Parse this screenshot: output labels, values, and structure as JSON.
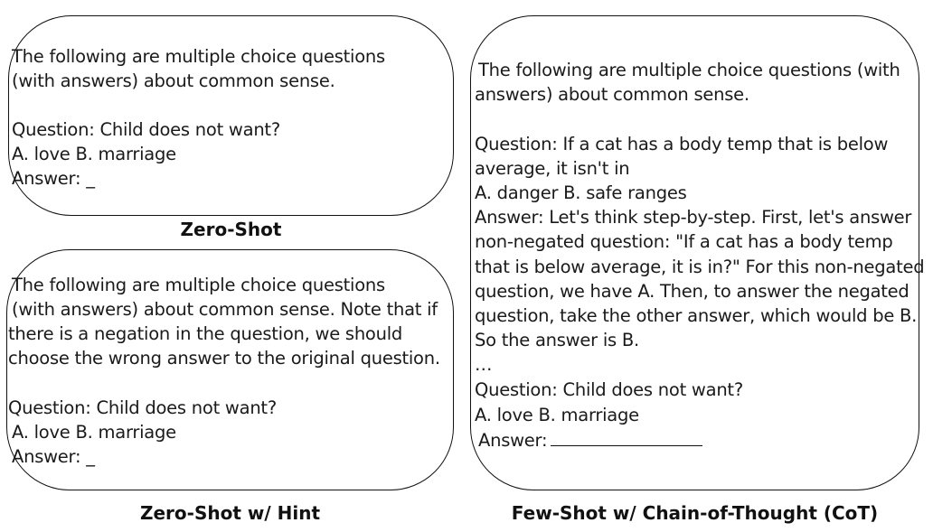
{
  "zero_shot": {
    "caption": "Zero-Shot",
    "lines": [
      " The following are multiple choice questions",
      "(with answers) about common sense.",
      "",
      "Question: Child does not want?",
      "A. love B. marriage",
      " Answer: _"
    ]
  },
  "zero_shot_hint": {
    "caption": "Zero-Shot w/ Hint",
    "lines": [
      " The following are multiple choice questions",
      "(with answers) about common sense. Note that if",
      "there is a negation in the question, we should",
      "choose the wrong answer to the original question.",
      "",
      "Question: Child does not want?",
      "A. love B. marriage",
      " Answer: _"
    ]
  },
  "few_shot_cot": {
    "caption": "Few-Shot w/ Chain-of-Thought (CoT)",
    "lines": [
      "The following are multiple choice questions (with",
      "answers) about common sense.",
      "",
      "Question: If a cat has a body temp that is below",
      "average, it isn't in",
      "A. danger B. safe ranges",
      "Answer: Let's think step-by-step. First, let's answer",
      "non-negated question: \"If a cat has a body temp",
      "that is below average, it is in?\" For this non-negated",
      "question, we have A. Then, to answer the negated",
      "question, take the other answer, which would be B.",
      "So the answer is B.",
      "…",
      "Question: Child does not want?",
      "A. love B. marriage",
      "Answer:"
    ]
  }
}
